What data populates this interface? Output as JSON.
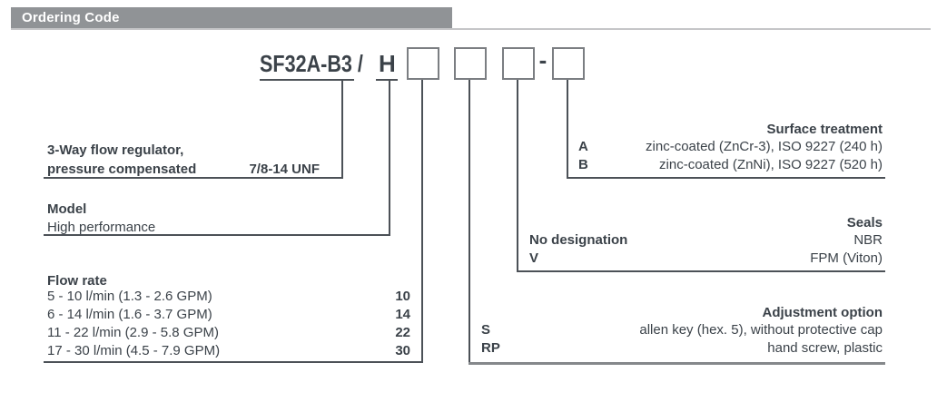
{
  "header": {
    "title": "Ordering Code"
  },
  "code": {
    "prefix": "SF32A-B3 /",
    "model_char": "H",
    "separator": "-"
  },
  "sections": {
    "product": {
      "line1": "3-Way flow regulator,",
      "line2": "pressure compensated",
      "thread": "7/8-14 UNF"
    },
    "model": {
      "title": "Model",
      "value": "High performance"
    },
    "flow_rate": {
      "title": "Flow rate",
      "rows": [
        {
          "label": "5 - 10 l/min (1.3 - 2.6 GPM)",
          "code": "10"
        },
        {
          "label": "6 - 14 l/min (1.6 - 3.7 GPM)",
          "code": "14"
        },
        {
          "label": "11 - 22 l/min (2.9 - 5.8 GPM)",
          "code": "22"
        },
        {
          "label": "17 - 30 l/min (4.5 - 7.9 GPM)",
          "code": "30"
        }
      ]
    },
    "surface_treatment": {
      "title": "Surface treatment",
      "rows": [
        {
          "code": "A",
          "label": "zinc-coated (ZnCr-3), ISO 9227 (240 h)"
        },
        {
          "code": "B",
          "label": "zinc-coated (ZnNi), ISO 9227 (520 h)"
        }
      ]
    },
    "seals": {
      "title": "Seals",
      "rows": [
        {
          "code": "No designation",
          "label": "NBR"
        },
        {
          "code": "V",
          "label": "FPM (Viton)"
        }
      ]
    },
    "adjustment": {
      "title": "Adjustment option",
      "rows": [
        {
          "code": "S",
          "label": "allen key (hex. 5), without protective cap"
        },
        {
          "code": "RP",
          "label": "hand screw, plastic"
        }
      ]
    }
  },
  "colors": {
    "header_bar": "#909396",
    "header_rule": "#c5c6c8",
    "text": "#3b4249",
    "line": "#4c5157",
    "line_thick": "#85888b",
    "box_border": "#7b7e82"
  }
}
